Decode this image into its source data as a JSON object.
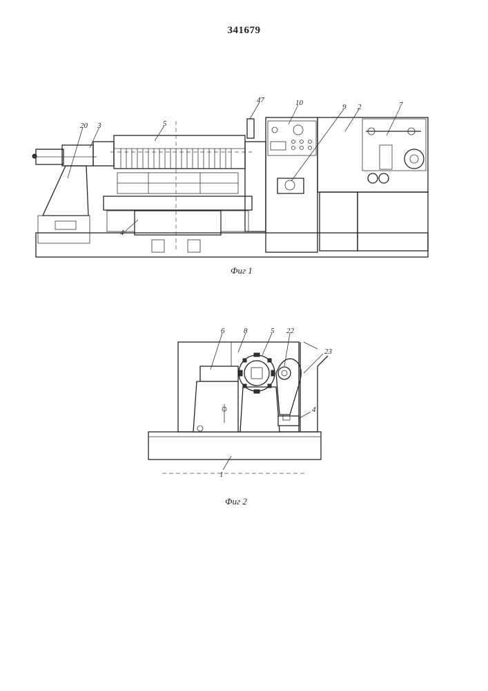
{
  "document": {
    "number": "341679"
  },
  "figures": [
    {
      "caption": "Фиг 1",
      "labels": [
        "20",
        "3",
        "5",
        "47",
        "10",
        "9",
        "2",
        "7",
        "4"
      ]
    },
    {
      "caption": "Фиг 2",
      "labels": [
        "6",
        "8",
        "5",
        "22",
        "23",
        "4",
        "1"
      ]
    }
  ]
}
